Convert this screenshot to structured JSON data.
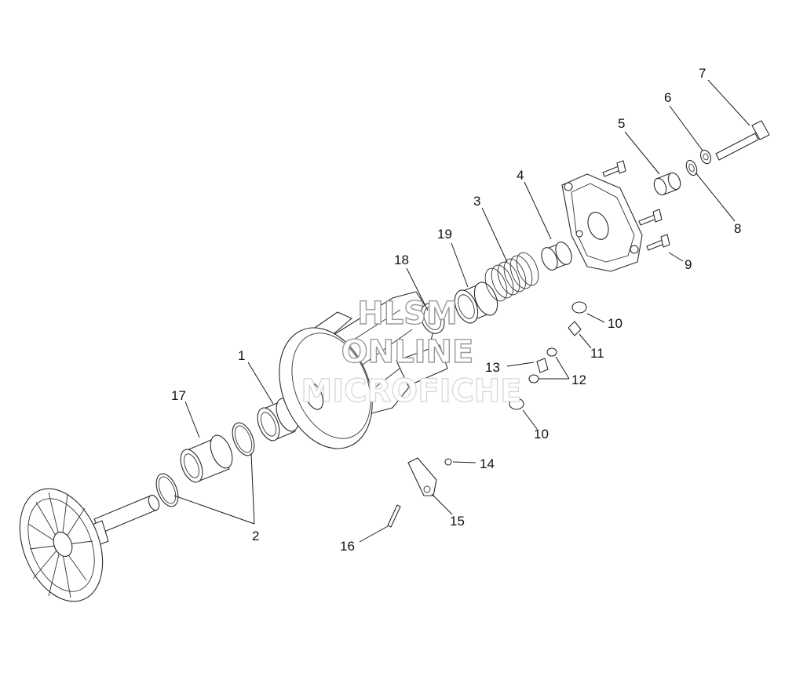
{
  "callouts": [
    "1",
    "2",
    "3",
    "4",
    "5",
    "6",
    "7",
    "8",
    "9",
    "10",
    "10",
    "11",
    "12",
    "13",
    "14",
    "15",
    "16",
    "17",
    "18",
    "19"
  ],
  "watermark": {
    "line1": "HLSM",
    "line2": "ONLINE",
    "line3": "MICROFICHE"
  }
}
